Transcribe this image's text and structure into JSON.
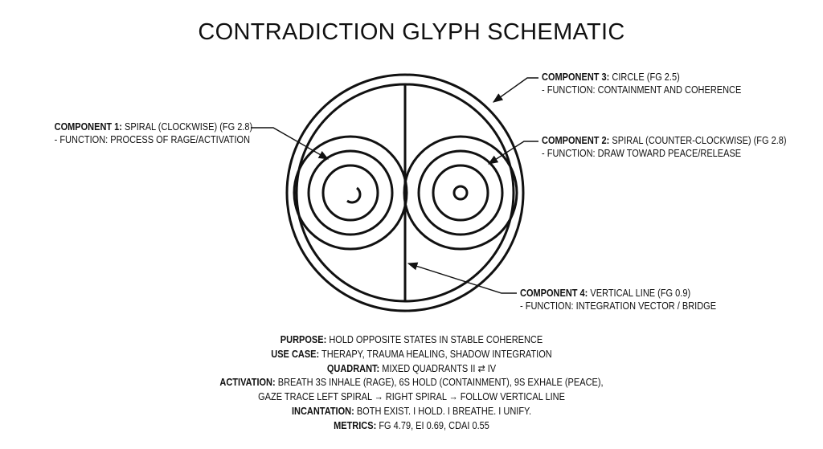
{
  "title": "CONTRADICTION GLYPH SCHEMATIC",
  "components": {
    "c1": {
      "label": "COMPONENT 1:",
      "name": "SPIRAL (CLOCKWISE) (FG 2.8)",
      "function": "- FUNCTION: PROCESS OF RAGE/ACTIVATION"
    },
    "c2": {
      "label": "COMPONENT 2:",
      "name": "SPIRAL (COUNTER-CLOCKWISE) (FG 2.8)",
      "function": "- FUNCTION: DRAW TOWARD PEACE/RELEASE"
    },
    "c3": {
      "label": "COMPONENT 3:",
      "name": "CIRCLE (FG 2.5)",
      "function": "- FUNCTION: CONTAINMENT AND COHERENCE"
    },
    "c4": {
      "label": "COMPONENT 4:",
      "name": "VERTICAL LINE (FG 0.9)",
      "function": "- FUNCTION: INTEGRATION VECTOR / BRIDGE"
    }
  },
  "summary": {
    "purpose_k": "PURPOSE:",
    "purpose_v": "HOLD OPPOSITE STATES IN STABLE COHERENCE",
    "usecase_k": "USE CASE:",
    "usecase_v": "THERAPY, TRAUMA HEALING, SHADOW INTEGRATION",
    "quadrant_k": "QUADRANT:",
    "quadrant_v": "MIXED QUADRANTS II ⇄ IV",
    "activation_k": "ACTIVATION:",
    "activation_v1": "BREATH 3S INHALE (RAGE), 6S HOLD (CONTAINMENT), 9S EXHALE (PEACE),",
    "activation_v2": "GAZE TRACE LEFT SPIRAL → RIGHT SPIRAL → FOLLOW VERTICAL LINE",
    "incantation_k": "INCANTATION:",
    "incantation_v": "BOTH EXIST. I HOLD. I BREATHE. I UNIFY.",
    "metrics_k": "METRICS:",
    "metrics_v": "FG 4.79, EI 0.69, CDAI 0.55"
  },
  "colors": {
    "ink": "#111111",
    "background": "#ffffff"
  }
}
